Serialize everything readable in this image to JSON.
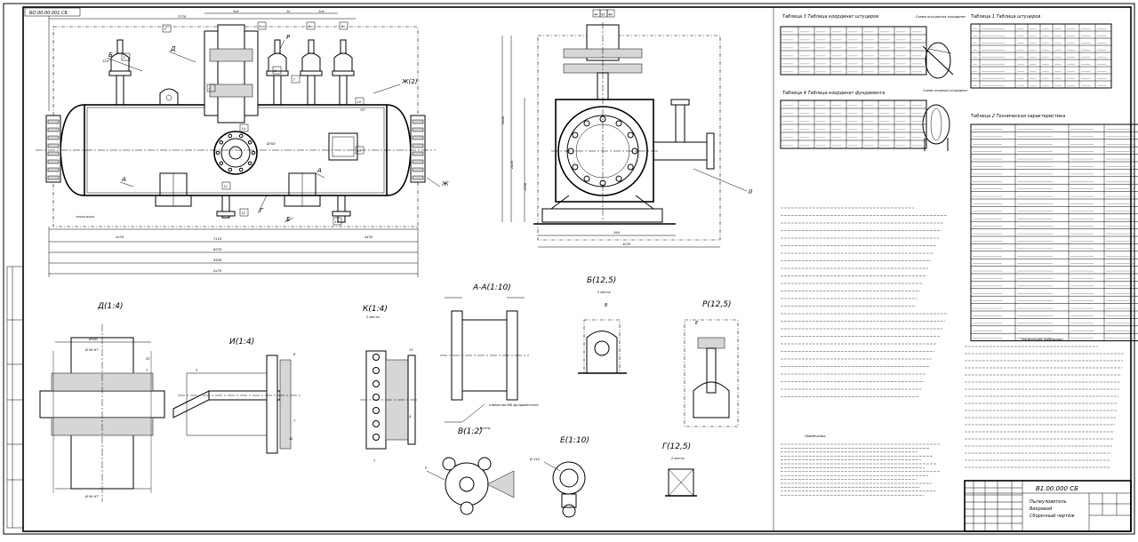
{
  "drawing": {
    "code_stamp": "БО 00.00.001 СБ",
    "doc_code": "В1.00.000 СБ",
    "sheet_lines": [
      "Пылеуловитель",
      "Вихревой",
      "Сборочный чертёж"
    ]
  },
  "main_view": {
    "dims_top": [
      "7770",
      "3хх",
      "1х",
      "1пх"
    ],
    "dims_bottom": [
      "7110",
      "6270",
      "5500",
      "2х70",
      "1х70",
      "4470"
    ],
    "leaders": [
      "Б",
      "Д",
      "Р",
      "Ж(2)",
      "А",
      "А",
      "Г",
      "Е",
      "Ж"
    ],
    "callouts": [
      "2",
      "3",
      "4",
      "5",
      "6",
      "7",
      "8",
      "9",
      "10",
      "11",
      "12",
      "13",
      "14",
      "15"
    ],
    "note_marks": [
      "125°",
      "75°",
      "Ø700"
    ],
    "axis_note": "точка росы",
    "small_marks": [
      "22",
      "25",
      "4"
    ]
  },
  "side_view": {
    "section_title": "",
    "tags": [
      "44",
      "45",
      "46"
    ],
    "dims": [
      "2400",
      "2420",
      "1500",
      "1070",
      "190"
    ],
    "leader": "II"
  },
  "sections": [
    {
      "id": "D",
      "title": "Д(1:4)",
      "marks": [
        "Ø100",
        "Ø 94 Н7",
        "22",
        "7",
        "Ø 94 Н7"
      ]
    },
    {
      "id": "I",
      "title": "И(1:4)",
      "marks": [
        "3",
        "6",
        "7",
        "12"
      ]
    },
    {
      "id": "K",
      "title": "К(1:4)",
      "marks": [
        "2 места",
        "13",
        "4",
        "7"
      ]
    },
    {
      "id": "AA",
      "title": "А-А(1:10)",
      "marks": [
        "отверстие М8 фундаментное",
        "болты"
      ]
    },
    {
      "id": "B",
      "title": "Б(12,5)",
      "marks": [
        "2 места",
        "В"
      ]
    },
    {
      "id": "P",
      "title": "Р(12,5)",
      "marks": [
        "Е"
      ]
    },
    {
      "id": "V",
      "title": "В(1:2)",
      "marks": [
        "Р"
      ]
    },
    {
      "id": "E",
      "title": "Е(1:10)",
      "marks": [
        "Ø 114"
      ]
    },
    {
      "id": "G",
      "title": "Г(12,5)",
      "marks": [
        "2 места"
      ]
    }
  ],
  "tables": {
    "t1_title": "Таблица 1      Таблица штуцеров",
    "t2_title": "Таблица 2   Техническая характеристика",
    "t3_title": "Таблица 3    Таблица координат штуцеров",
    "t4_title": "Таблица 4    Таблица координат фундамента",
    "scheme1": "Схема штуцерных координат",
    "scheme2": "Схема опорных координат"
  },
  "notes": {
    "tech_req_heading": "Технические требования",
    "notes_heading": "Примечания"
  }
}
